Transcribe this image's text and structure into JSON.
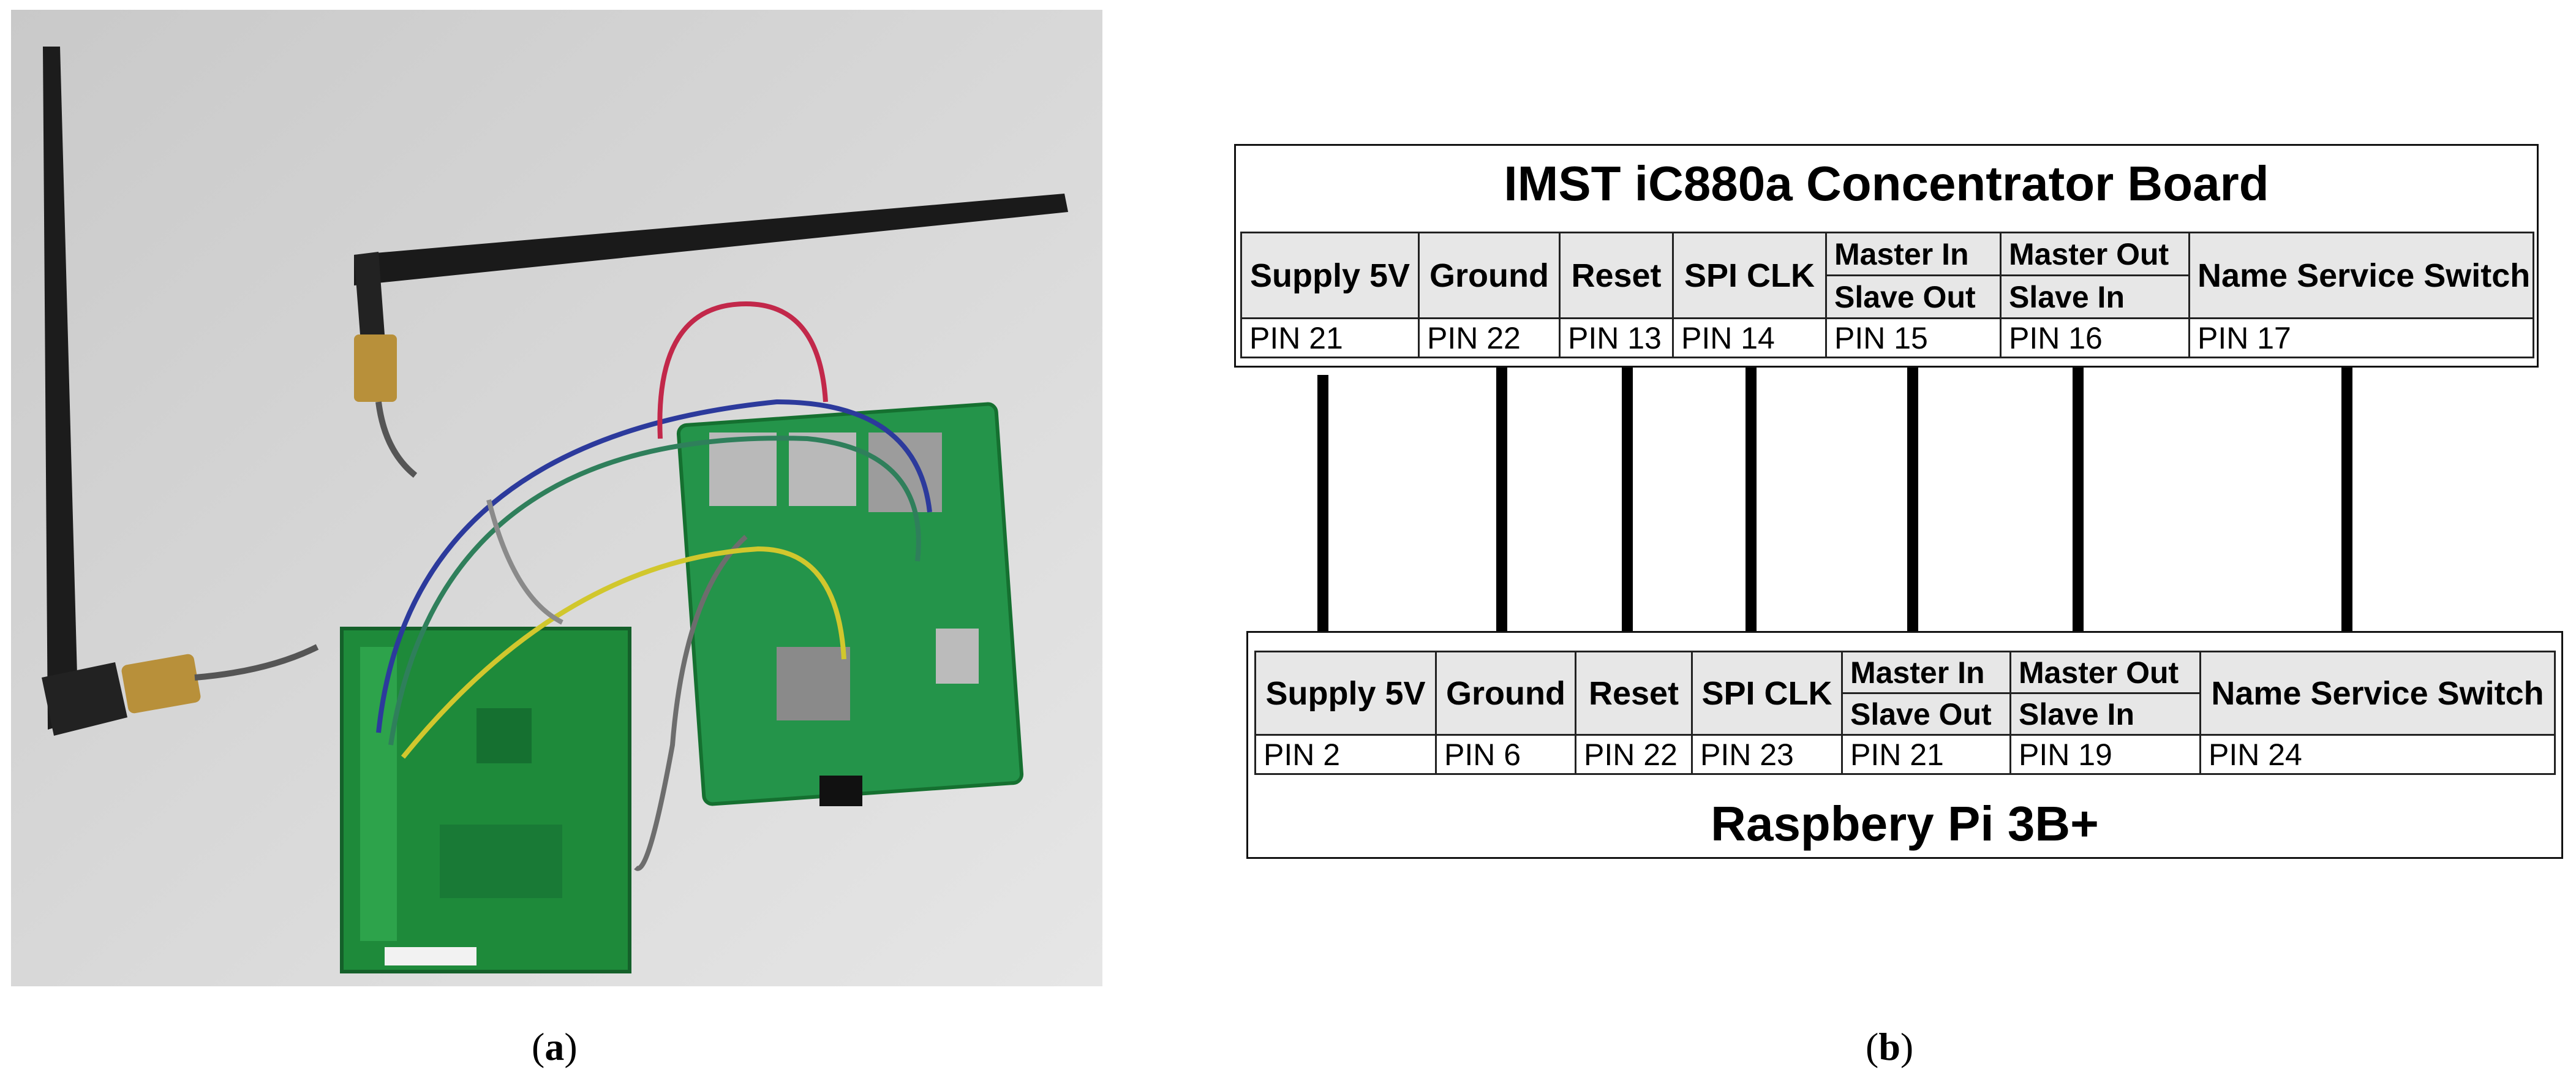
{
  "panel_a": {
    "caption": {
      "open": "(",
      "letter": "a",
      "close": ")"
    }
  },
  "panel_b": {
    "caption": {
      "open": "(",
      "letter": "b",
      "close": ")"
    },
    "top_board": {
      "title": "IMST iC880a Concentrator Board",
      "headers": {
        "supply": "Supply 5V",
        "ground": "Ground",
        "reset": "Reset",
        "spi_clk": "SPI CLK",
        "master_in": "Master In",
        "slave_out": "Slave Out",
        "master_out": "Master Out",
        "slave_in": "Slave In",
        "name_service_switch": "Name Service Switch"
      },
      "pins": [
        "PIN 21",
        "PIN 22",
        "PIN 13",
        "PIN 14",
        "PIN 15",
        "PIN 16",
        "PIN 17"
      ]
    },
    "bottom_board": {
      "title": "Raspbery Pi 3B+",
      "headers": {
        "supply": "Supply 5V",
        "ground": "Ground",
        "reset": "Reset",
        "spi_clk": "SPI CLK",
        "master_in": "Master In",
        "slave_out": "Slave Out",
        "master_out": "Master Out",
        "slave_in": "Slave In",
        "name_service_switch": "Name Service Switch"
      },
      "pins": [
        "PIN 2",
        "PIN 6",
        "PIN 22",
        "PIN 23",
        "PIN 21",
        "PIN 19",
        "PIN 24"
      ]
    },
    "wire_color": "#000000"
  },
  "colors": {
    "header_fill": "#e7e7e7",
    "pcb_green": "#1e8a3a",
    "antenna": "#1a1a1a",
    "background": "#ffffff"
  }
}
